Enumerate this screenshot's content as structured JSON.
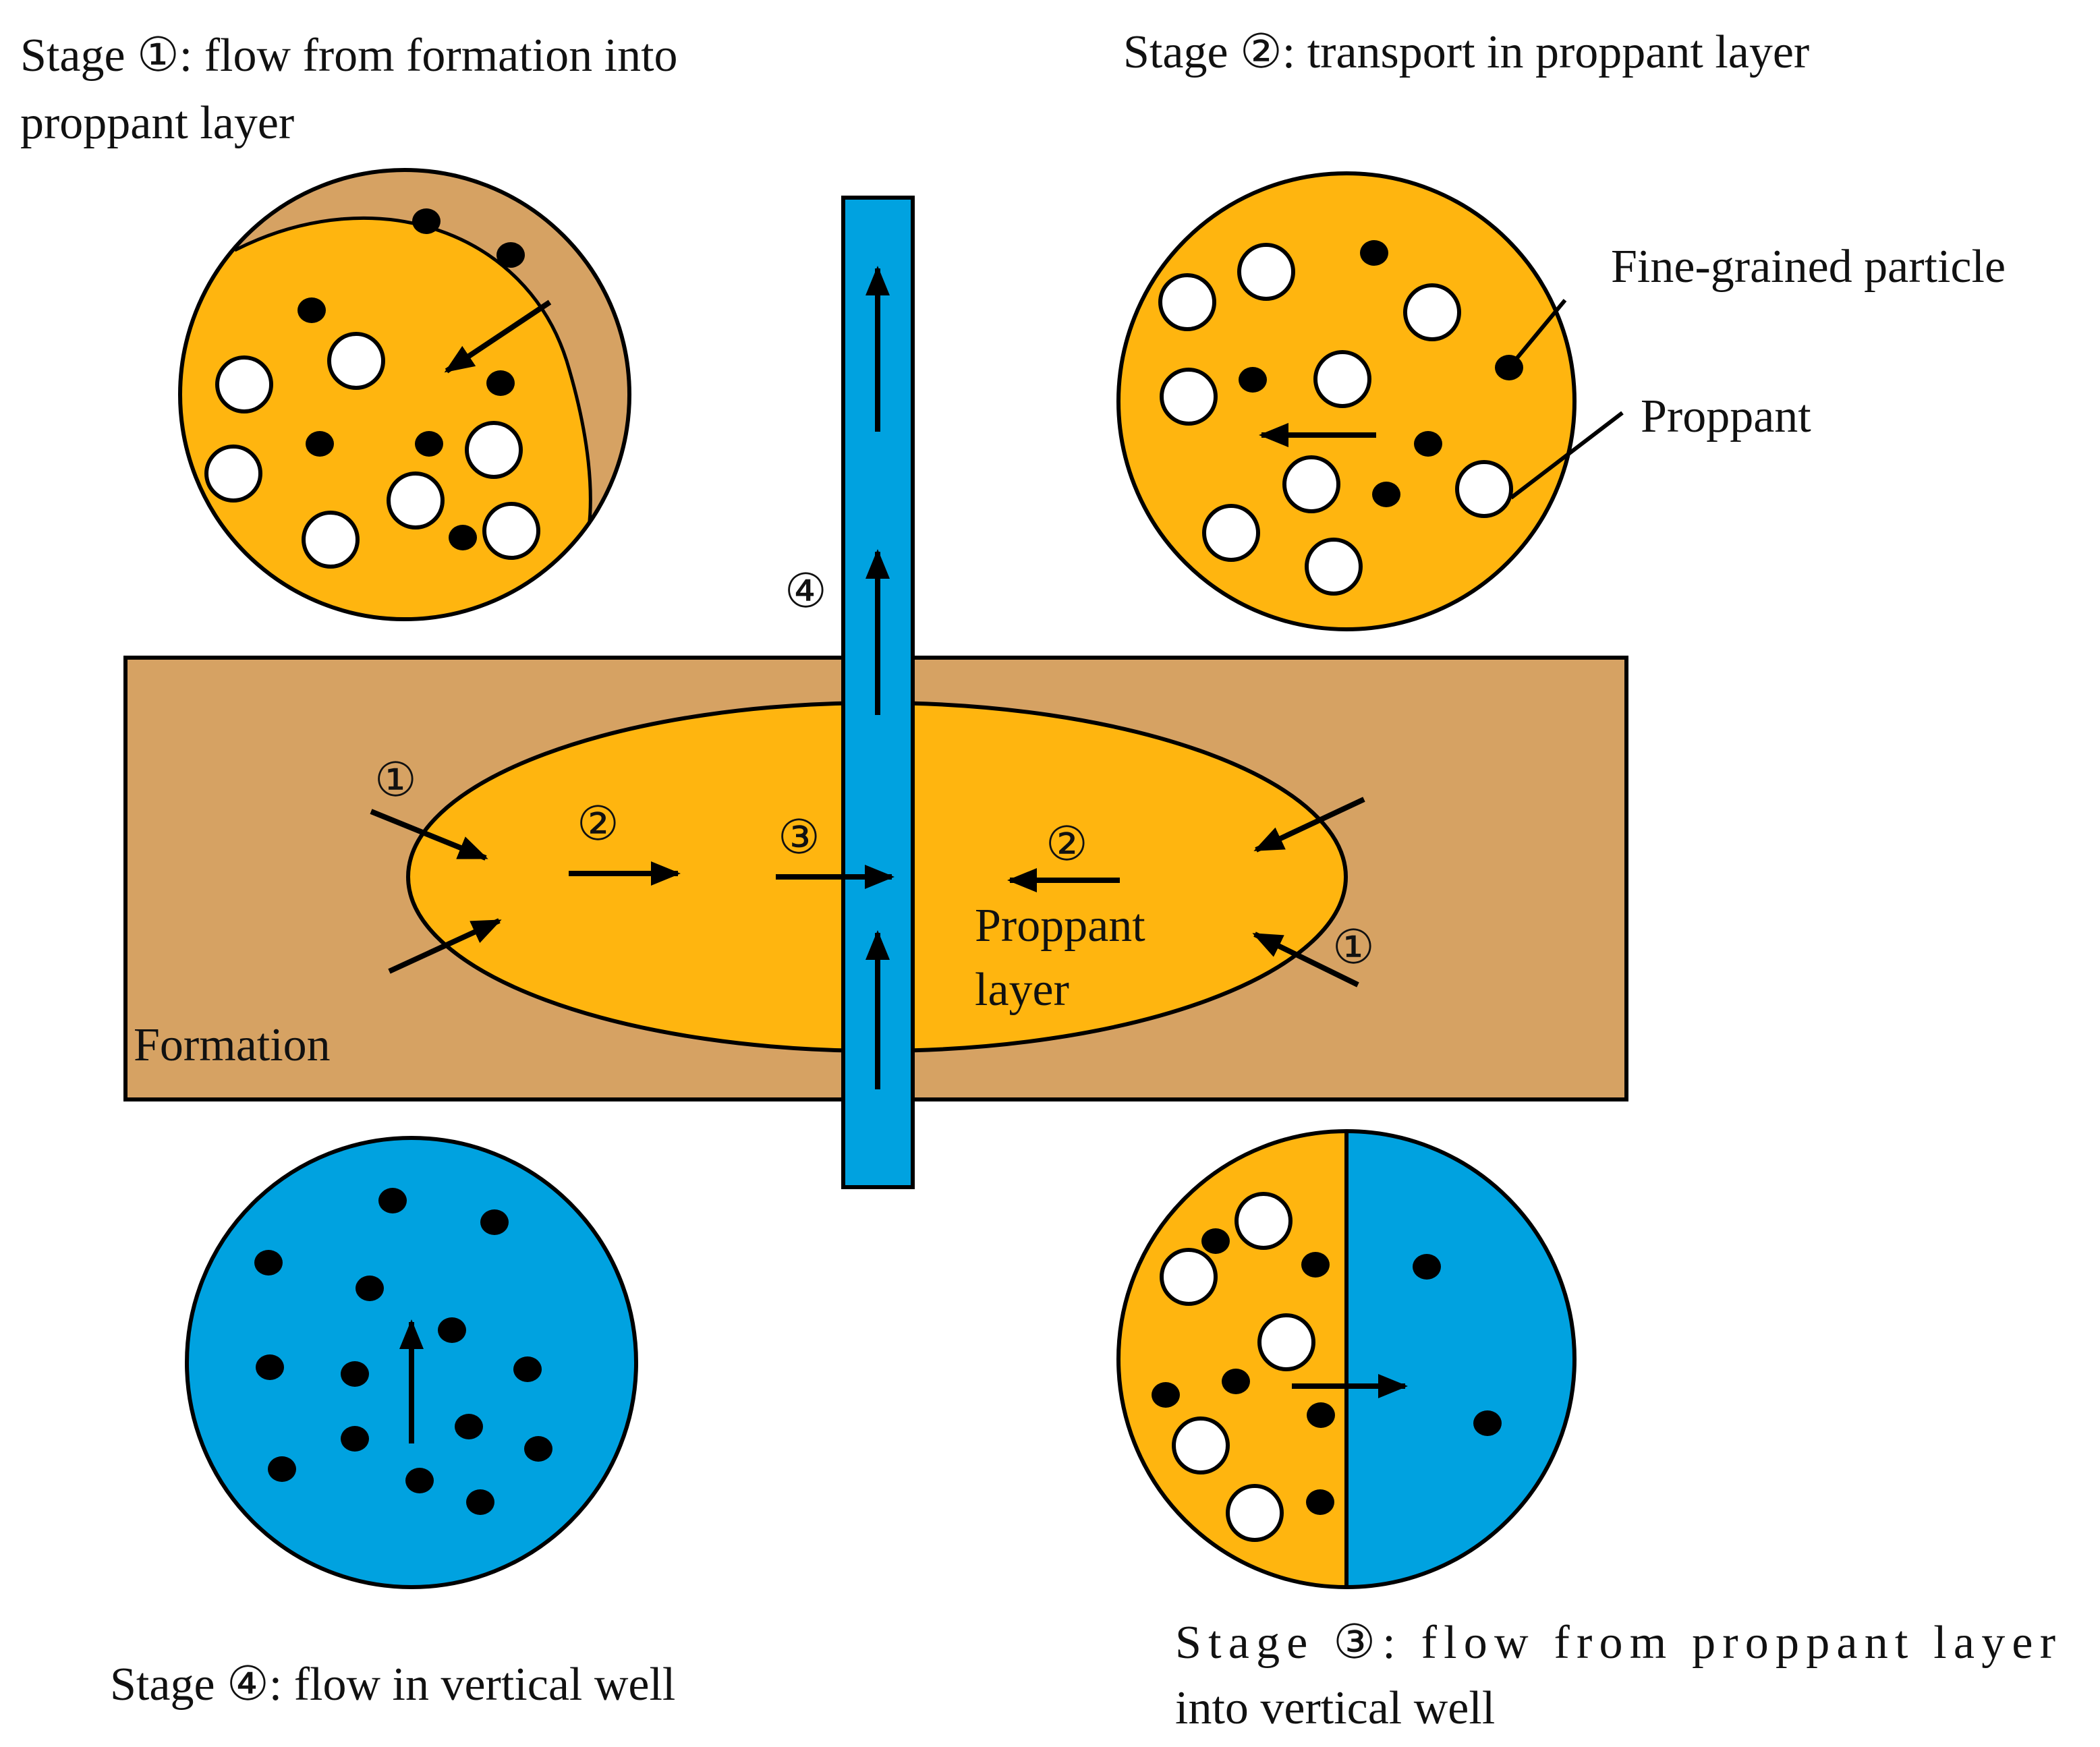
{
  "captions": {
    "stage1_line1": "Stage ①: flow from formation into",
    "stage1_line2": "proppant layer",
    "stage2": "Stage ②: transport in proppant layer",
    "stage3_line1": "Stage ③: flow from proppant layer",
    "stage3_line2": "into vertical well",
    "stage4": "Stage ④: flow in vertical well"
  },
  "legend": {
    "fine_particle": "Fine-grained particle",
    "proppant": "Proppant"
  },
  "labels": {
    "formation": "Formation",
    "proppant_layer_line1": "Proppant",
    "proppant_layer_line2": "layer"
  },
  "markers": {
    "m1": "①",
    "m2": "②",
    "m3": "③",
    "m4": "④"
  },
  "colors": {
    "formation": "#D6A263",
    "proppant_layer": "#FFB50F",
    "well": "#00A2E0",
    "particle": "#000000",
    "proppant_grain": "#FFFFFF"
  }
}
